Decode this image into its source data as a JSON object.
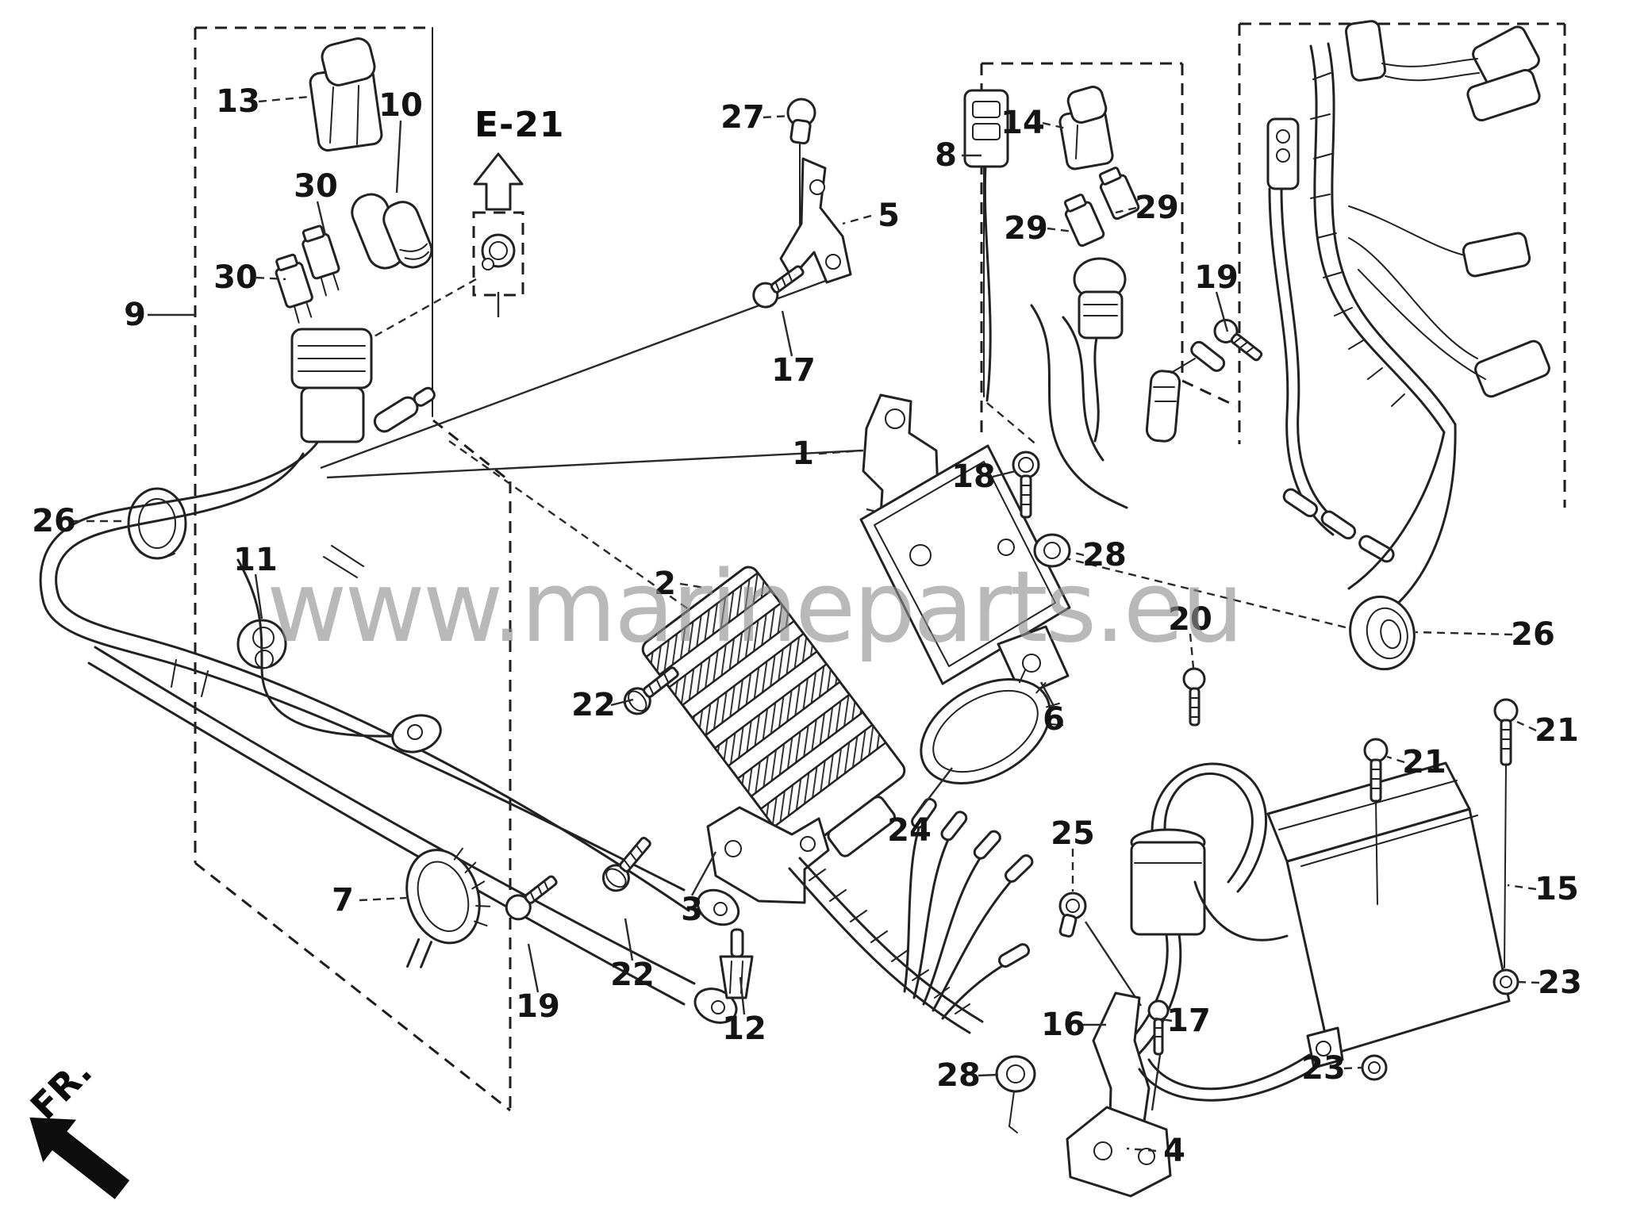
{
  "diagram": {
    "watermark": "www.marineparts.eu",
    "reference_label": "E-21",
    "direction_label": "FR.",
    "callouts": [
      {
        "id": "13",
        "label": "13"
      },
      {
        "id": "10",
        "label": "10"
      },
      {
        "id": "30a",
        "label": "30"
      },
      {
        "id": "30b",
        "label": "30"
      },
      {
        "id": "9",
        "label": "9"
      },
      {
        "id": "27",
        "label": "27"
      },
      {
        "id": "5",
        "label": "5"
      },
      {
        "id": "17a",
        "label": "17"
      },
      {
        "id": "8",
        "label": "8"
      },
      {
        "id": "14",
        "label": "14"
      },
      {
        "id": "29a",
        "label": "29"
      },
      {
        "id": "29b",
        "label": "29"
      },
      {
        "id": "19a",
        "label": "19"
      },
      {
        "id": "26a",
        "label": "26"
      },
      {
        "id": "11",
        "label": "11"
      },
      {
        "id": "1",
        "label": "1"
      },
      {
        "id": "18",
        "label": "18"
      },
      {
        "id": "2",
        "label": "2"
      },
      {
        "id": "28a",
        "label": "28"
      },
      {
        "id": "20",
        "label": "20"
      },
      {
        "id": "26b",
        "label": "26"
      },
      {
        "id": "6",
        "label": "6"
      },
      {
        "id": "24",
        "label": "24"
      },
      {
        "id": "25",
        "label": "25"
      },
      {
        "id": "21a",
        "label": "21"
      },
      {
        "id": "21b",
        "label": "21"
      },
      {
        "id": "15",
        "label": "15"
      },
      {
        "id": "23a",
        "label": "23"
      },
      {
        "id": "23b",
        "label": "23"
      },
      {
        "id": "7",
        "label": "7"
      },
      {
        "id": "22a",
        "label": "22"
      },
      {
        "id": "22b",
        "label": "22"
      },
      {
        "id": "3",
        "label": "3"
      },
      {
        "id": "19b",
        "label": "19"
      },
      {
        "id": "12",
        "label": "12"
      },
      {
        "id": "16",
        "label": "16"
      },
      {
        "id": "17b",
        "label": "17"
      },
      {
        "id": "28b",
        "label": "28"
      },
      {
        "id": "4",
        "label": "4"
      }
    ]
  }
}
